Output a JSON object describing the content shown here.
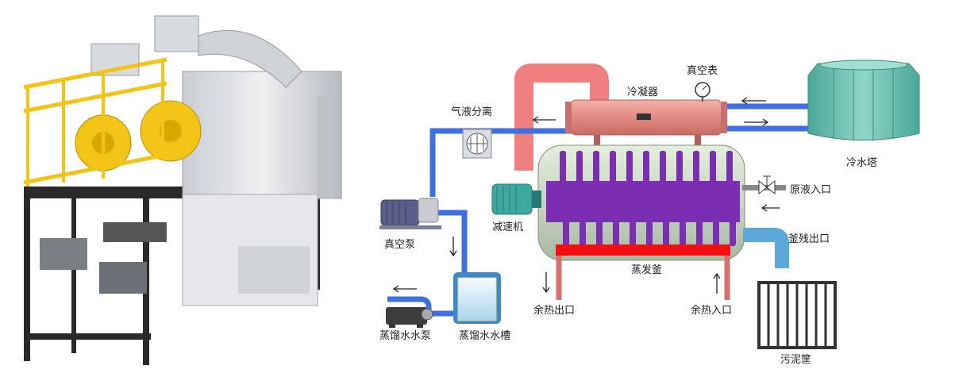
{
  "labels": {
    "vacuum_gauge": "真空表",
    "condenser": "冷凝器",
    "gas_liquid_separator": "气液分离",
    "cooling_tower": "冷水塔",
    "raw_liquid_inlet": "原液入口",
    "reducer": "减速机",
    "residue_outlet": "釜残出口",
    "vacuum_pump": "真空泵",
    "evaporator": "蒸发釜",
    "waste_heat_outlet": "余热出口",
    "waste_heat_inlet": "余热入口",
    "distilled_water_pump": "蒸馏水水泵",
    "distilled_water_tank": "蒸馏水水槽",
    "sludge_basket": "污泥筐"
  },
  "colors": {
    "water_pipe": "#3f6fe0",
    "vapor_pipe": "#f08080",
    "heat_bar": "#f01010",
    "agitator": "#7a2fb0",
    "vessel": "#cfe0c8",
    "tower": "#5fb8a8",
    "frame_yellow": "#f2c418"
  }
}
